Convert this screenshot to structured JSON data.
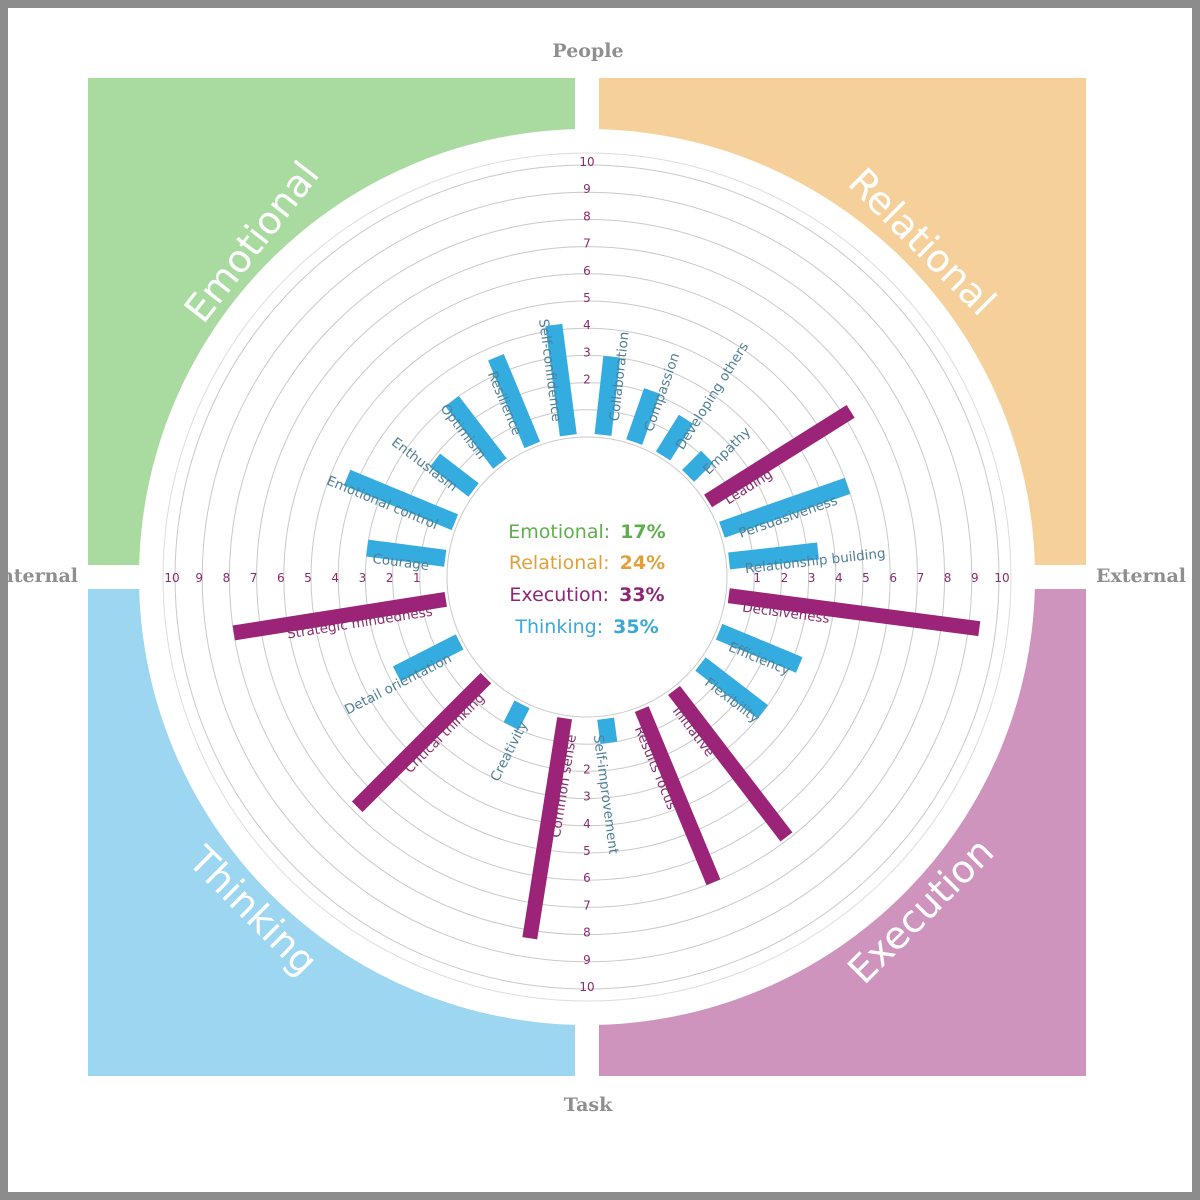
{
  "chart_data": {
    "type": "radial-bar",
    "scale": [
      1,
      10
    ],
    "ticks": [
      "1",
      "2",
      "3",
      "4",
      "5",
      "6",
      "7",
      "8",
      "9",
      "10"
    ],
    "axis_titles": {
      "top": "People",
      "bottom": "Task",
      "left": "Internal",
      "right": "External"
    },
    "categories": [
      {
        "name": "Emotional",
        "color": "#a9dba0",
        "summary_label": "Emotional:",
        "summary_value": "17%",
        "summary_color": "#5fae4e"
      },
      {
        "name": "Relational",
        "color": "#f6d09a",
        "summary_label": "Relational:",
        "summary_value": "24%",
        "summary_color": "#e1a13a"
      },
      {
        "name": "Execution",
        "color": "#cf94bd",
        "summary_label": "Execution:",
        "summary_value": "33%",
        "summary_color": "#8e2676"
      },
      {
        "name": "Thinking",
        "color": "#9cd6f0",
        "summary_label": "Thinking:",
        "summary_value": "35%",
        "summary_color": "#3aa8d8"
      }
    ],
    "colors": {
      "high": "#9b2378",
      "normal": "#35acdf",
      "high_label": "#8a2b6e",
      "normal_label": "#4f7f96",
      "ring": "#c9c9c9"
    },
    "skills": [
      {
        "name": "Self-confidence",
        "category": "Emotional",
        "value": 4.2,
        "high": false
      },
      {
        "name": "Resilience",
        "category": "Emotional",
        "value": 3.6,
        "high": false
      },
      {
        "name": "Optimism",
        "category": "Emotional",
        "value": 3.0,
        "high": false
      },
      {
        "name": "Enthusiasm",
        "category": "Emotional",
        "value": 1.9,
        "high": false
      },
      {
        "name": "Emotional control",
        "category": "Emotional",
        "value": 4.4,
        "high": false
      },
      {
        "name": "Courage",
        "category": "Emotional",
        "value": 3.0,
        "high": false
      },
      {
        "name": "Collaboration",
        "category": "Relational",
        "value": 3.0,
        "high": false
      },
      {
        "name": "Compassion",
        "category": "Relational",
        "value": 2.1,
        "high": false
      },
      {
        "name": "Developing others",
        "category": "Relational",
        "value": 1.7,
        "high": false
      },
      {
        "name": "Empathy",
        "category": "Relational",
        "value": 1.1,
        "high": false
      },
      {
        "name": "Leading",
        "category": "Relational",
        "value": 6.3,
        "high": true
      },
      {
        "name": "Persuasiveness",
        "category": "Relational",
        "value": 5.0,
        "high": false
      },
      {
        "name": "Relationship building",
        "category": "Relational",
        "value": 3.4,
        "high": false
      },
      {
        "name": "Decisiveness",
        "category": "Execution",
        "value": 9.4,
        "high": true
      },
      {
        "name": "Efficiency",
        "category": "Execution",
        "value": 3.3,
        "high": false
      },
      {
        "name": "Flexibility",
        "category": "Execution",
        "value": 3.0,
        "high": false
      },
      {
        "name": "Initiative",
        "category": "Execution",
        "value": 6.9,
        "high": true
      },
      {
        "name": "Results focus",
        "category": "Execution",
        "value": 7.0,
        "high": true
      },
      {
        "name": "Self-improvement",
        "category": "Execution",
        "value": 1.0,
        "high": false
      },
      {
        "name": "Common sense",
        "category": "Thinking",
        "value": 8.3,
        "high": true
      },
      {
        "name": "Creativity",
        "category": "Thinking",
        "value": 1.0,
        "high": false
      },
      {
        "name": "Critical thinking",
        "category": "Thinking",
        "value": 6.8,
        "high": true
      },
      {
        "name": "Detail orientation",
        "category": "Thinking",
        "value": 2.7,
        "high": false
      },
      {
        "name": "Strategic mindedness",
        "category": "Thinking",
        "value": 8.0,
        "high": true
      }
    ]
  }
}
